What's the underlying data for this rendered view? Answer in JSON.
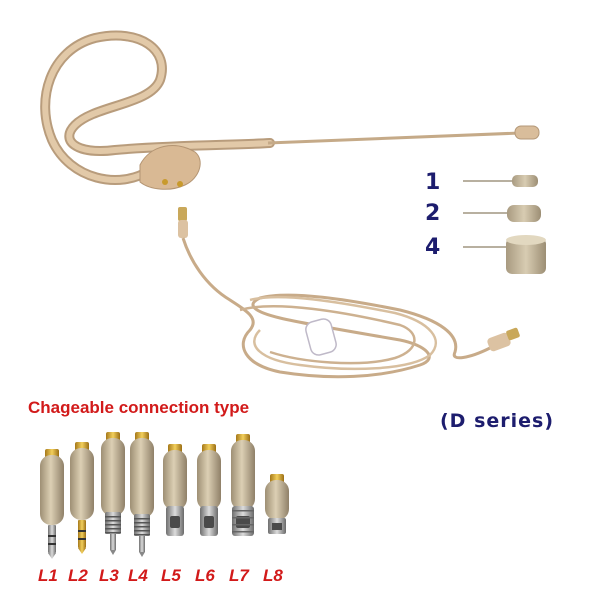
{
  "heading": "Chageable connection type",
  "series_label": "(D series)",
  "capsule_sizes": [
    "1",
    "2",
    "4"
  ],
  "connectors": [
    "L1",
    "L2",
    "L3",
    "L4",
    "L5",
    "L6",
    "L7",
    "L8"
  ],
  "colors": {
    "cable": "#dcc2a2",
    "cable_shadow": "#b89c7c",
    "plug_body": "#c8b89a",
    "gold": "#d7a52a",
    "metal": "#9a9a9a",
    "label_red": "#d21a1a",
    "label_navy": "#1d1d6e"
  }
}
